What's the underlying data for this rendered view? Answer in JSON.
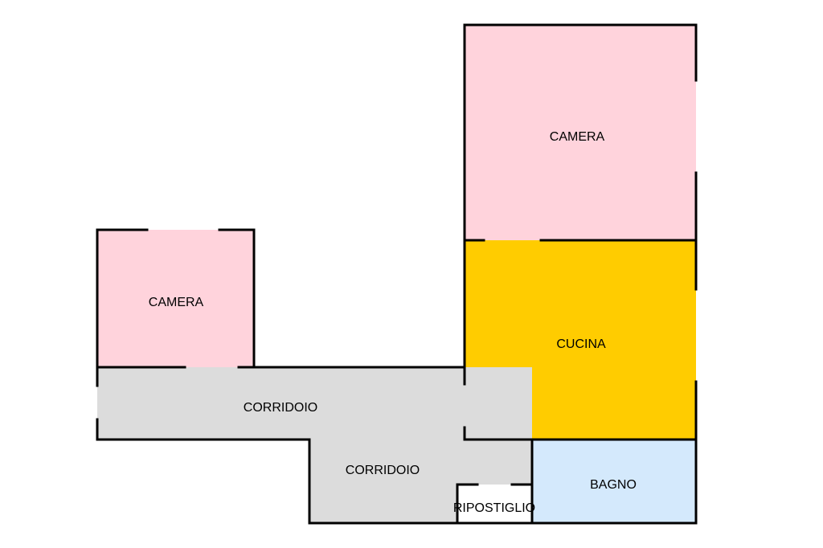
{
  "rooms": {
    "camera_top": {
      "label": "CAMERA",
      "color": "#FFD3DC"
    },
    "camera_left": {
      "label": "CAMERA",
      "color": "#FFD3DC"
    },
    "cucina": {
      "label": "CUCINA",
      "color": "#FFCC00"
    },
    "corridoio_upper": {
      "label": "CORRIDOIO",
      "color": "#DCDCDC"
    },
    "corridoio_lower": {
      "label": "CORRIDOIO",
      "color": "#DCDCDC"
    },
    "bagno": {
      "label": "BAGNO",
      "color": "#D4E9FC"
    },
    "ripostiglio": {
      "label": "RIPOSTIGLIO",
      "color": "#FFFFFF"
    }
  },
  "wall_color": "#000000"
}
